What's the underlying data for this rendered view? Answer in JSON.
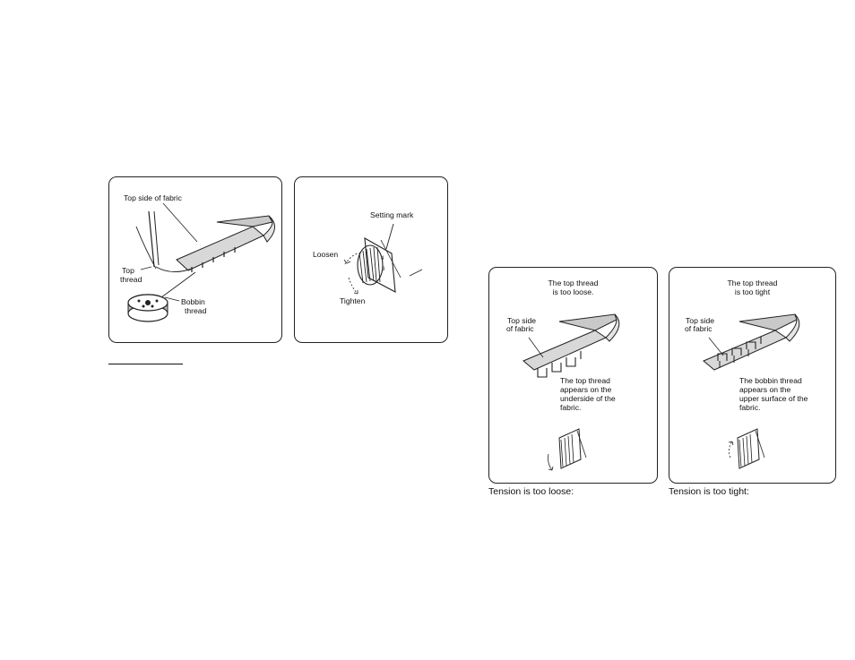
{
  "panels": {
    "threading": {
      "top_side": "Top side of fabric",
      "top_thread_1": "Top",
      "top_thread_2": "thread",
      "bobbin_1": "Bobbin",
      "bobbin_2": "thread"
    },
    "dial": {
      "setting_mark": "Setting mark",
      "loosen": "Loosen",
      "tighten": "Tighten"
    },
    "loose": {
      "head_1": "The top thread",
      "head_2": "is too loose.",
      "side_1": "Top side",
      "side_2": "of fabric",
      "note_1": "The top thread",
      "note_2": "appears on the",
      "note_3": "underside of the",
      "note_4": "fabric.",
      "caption": "Tension is too loose:"
    },
    "tight": {
      "head_1": "The top thread",
      "head_2": "is too tight",
      "side_1": "Top side",
      "side_2": "of fabric",
      "note_1": "The bobbin thread",
      "note_2": "appears on the",
      "note_3": "upper surface of the",
      "note_4": "fabric.",
      "caption": "Tension is too tight:"
    }
  },
  "colors": {
    "line": "#222222",
    "fabric": "#d8d8d8",
    "paper": "#ffffff"
  }
}
